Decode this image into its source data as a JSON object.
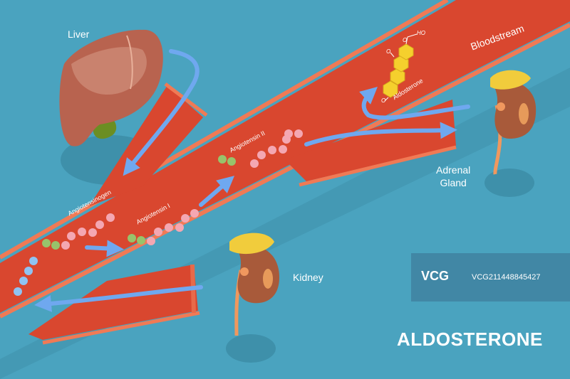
{
  "title": "ALDOSTERONE",
  "labels": {
    "liver": "Liver",
    "bloodstream": "Bloodstream",
    "adrenal_gland": "Adrenal\nGland",
    "kidney": "Kidney",
    "angiotensinogen": "Angiotensinogen",
    "angiotensin_1": "Angiotensin I",
    "angiotensin_2": "Angiotensin II",
    "aldosterone": "Aldosterone",
    "molecule_ho": "HO",
    "molecule_o1": "O",
    "molecule_o2": "O",
    "molecule_o3": "O"
  },
  "watermark": {
    "logo": "VCG",
    "id": "VCG211448845427"
  },
  "colors": {
    "background": "#4aa3bf",
    "vessel": "#d9472f",
    "vessel_edge": "#f07a55",
    "arrow": "#6fa8ef",
    "liver": "#b8634f",
    "kidney": "#a85a3a",
    "adrenal": "#f1cc3c",
    "bead_pink": "#f4a7b2",
    "bead_green": "#98c36b",
    "bead_blue": "#8fc3f2",
    "molecule": "#f5d02d"
  }
}
